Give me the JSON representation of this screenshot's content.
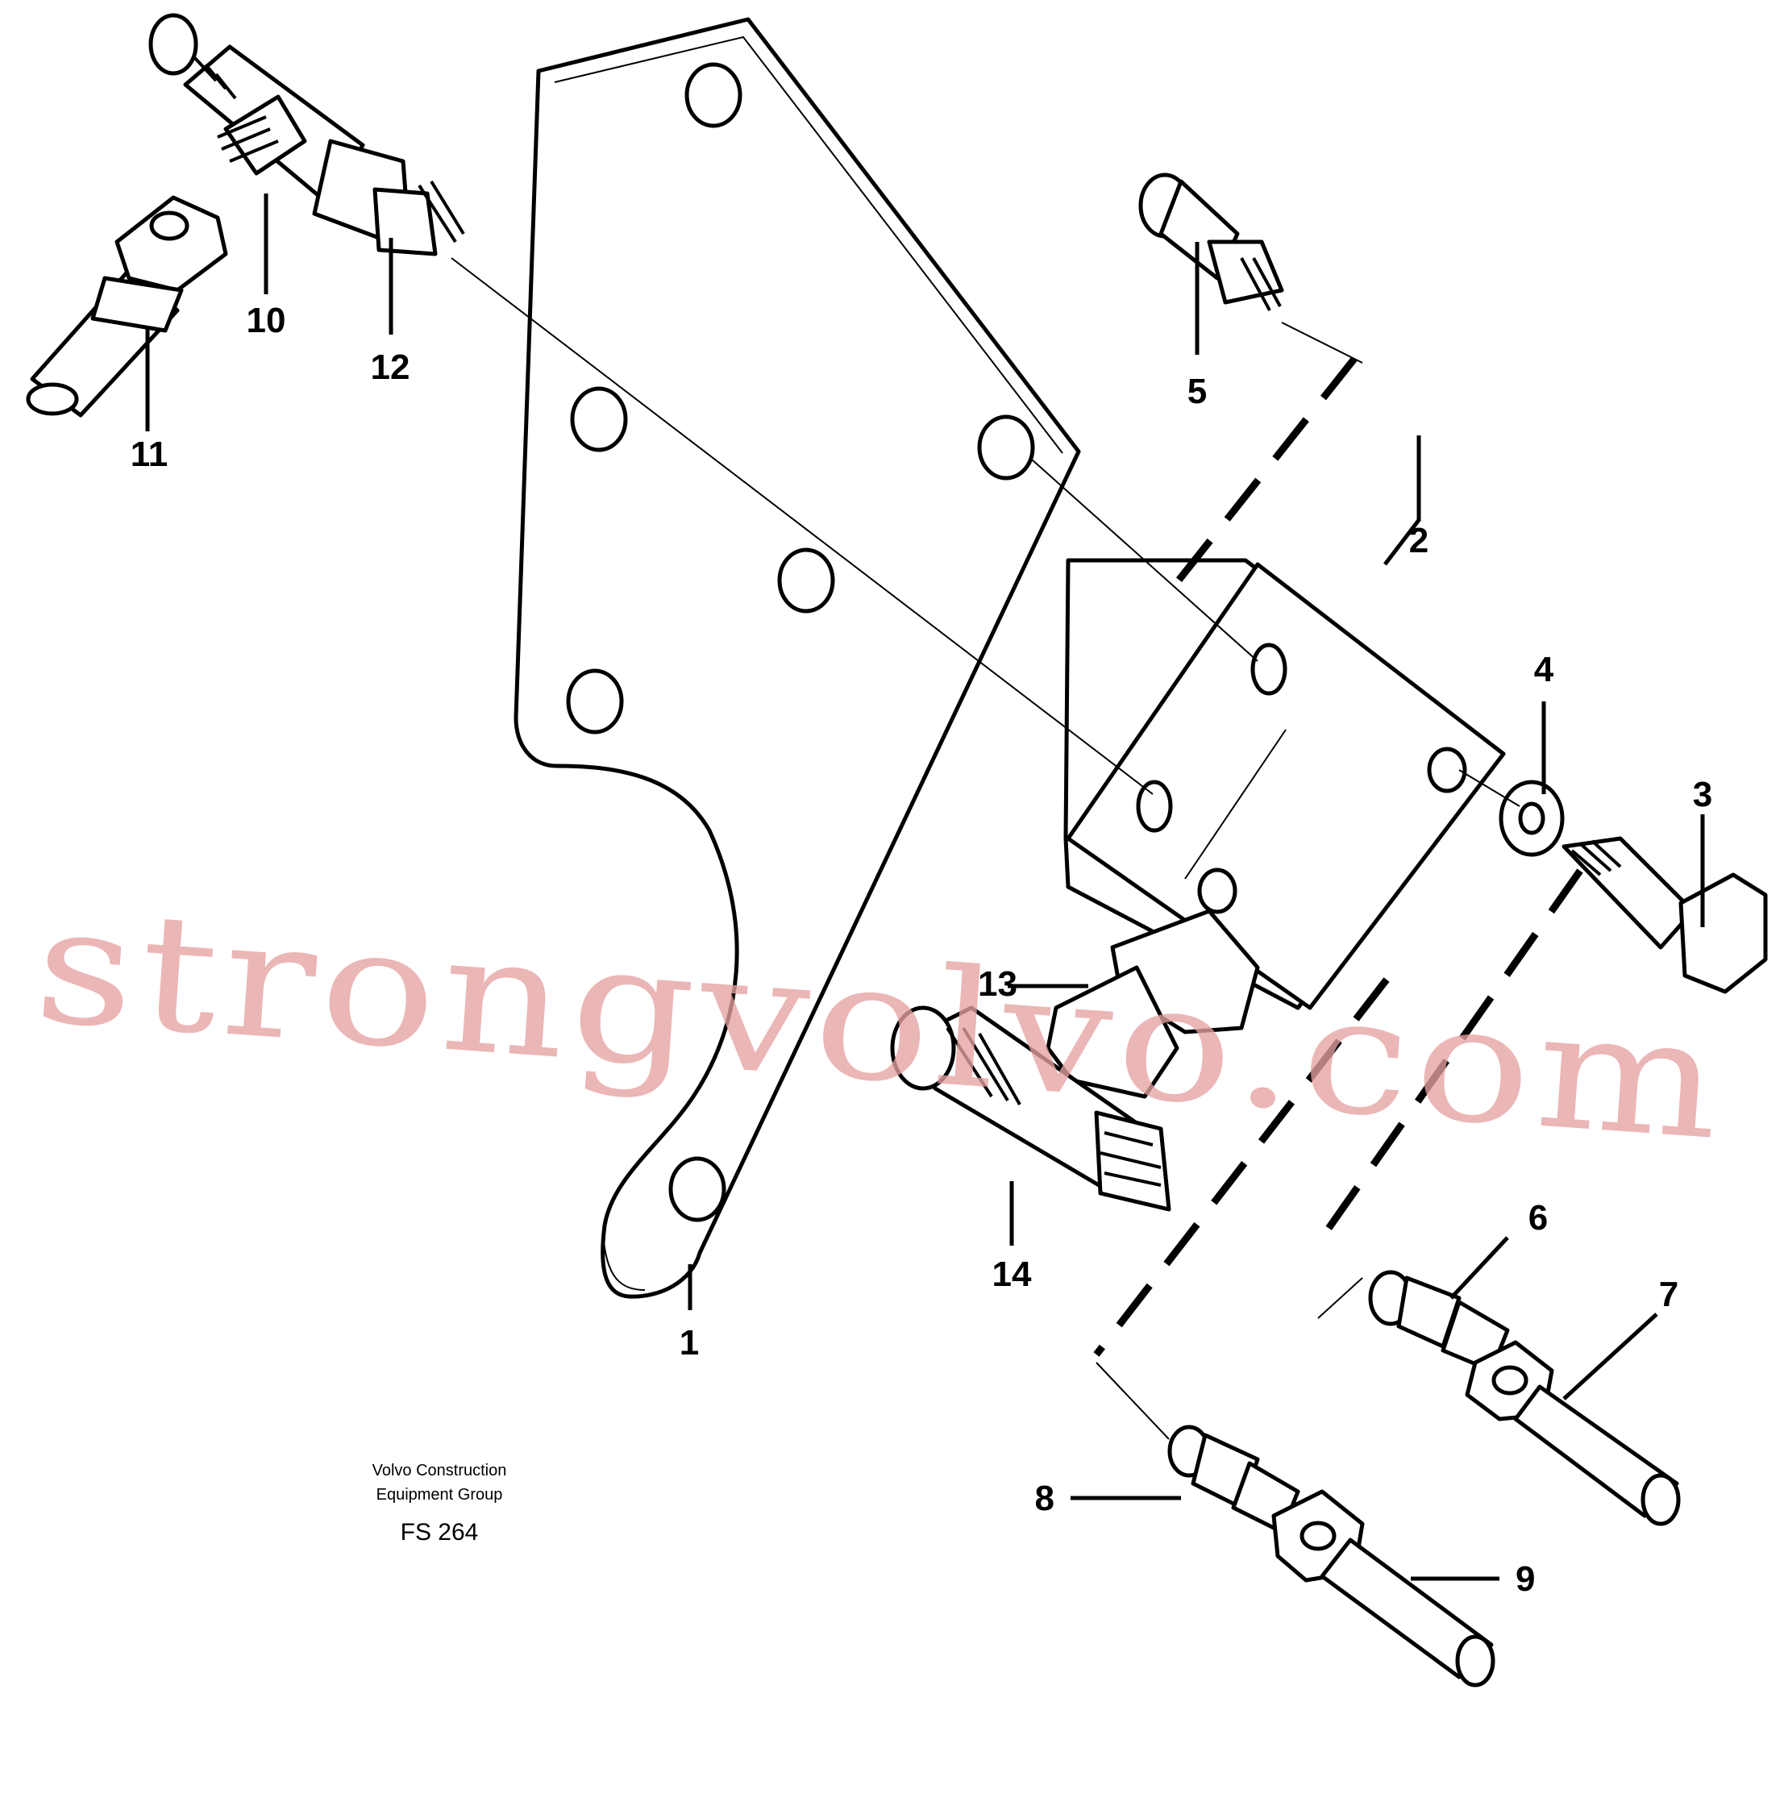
{
  "diagram": {
    "part_numbers": [
      "1",
      "2",
      "3",
      "4",
      "5",
      "6",
      "7",
      "8",
      "9",
      "10",
      "11",
      "12",
      "13",
      "14"
    ],
    "caption_line1": "Volvo Construction",
    "caption_line2": "Equipment Group",
    "figure_code": "FS 264",
    "watermark": "strongvolvo.com"
  }
}
